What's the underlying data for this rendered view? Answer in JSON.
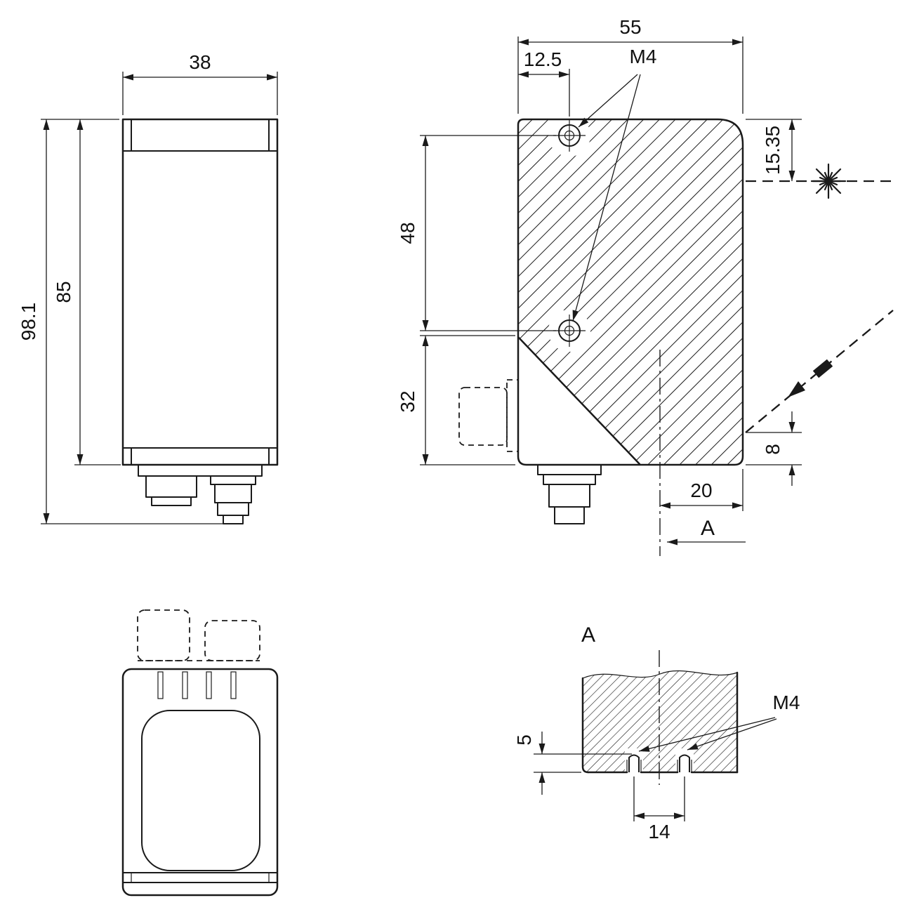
{
  "meta": {
    "drawing_type": "sensor dimensional drawing",
    "ink_color": "#1a1a1a",
    "background_color": "#ffffff"
  },
  "views": {
    "side": {
      "width": "38",
      "total_height": "98.1",
      "body_height": "85"
    },
    "front": {
      "width": "55",
      "hole_offset": "12.5",
      "thread": "M4",
      "beam_offset": "15.35",
      "hole_spacing": "48",
      "lower_height": "32",
      "receiver_offset": "8",
      "center_offset": "20",
      "section_label": "A"
    }
  },
  "detail": {
    "label": "A",
    "thread": "M4",
    "depth": "5",
    "hole_spacing": "14"
  },
  "icons": {
    "laser_emission": "starburst",
    "receiver_marker": "filled-arrow-and-block"
  }
}
